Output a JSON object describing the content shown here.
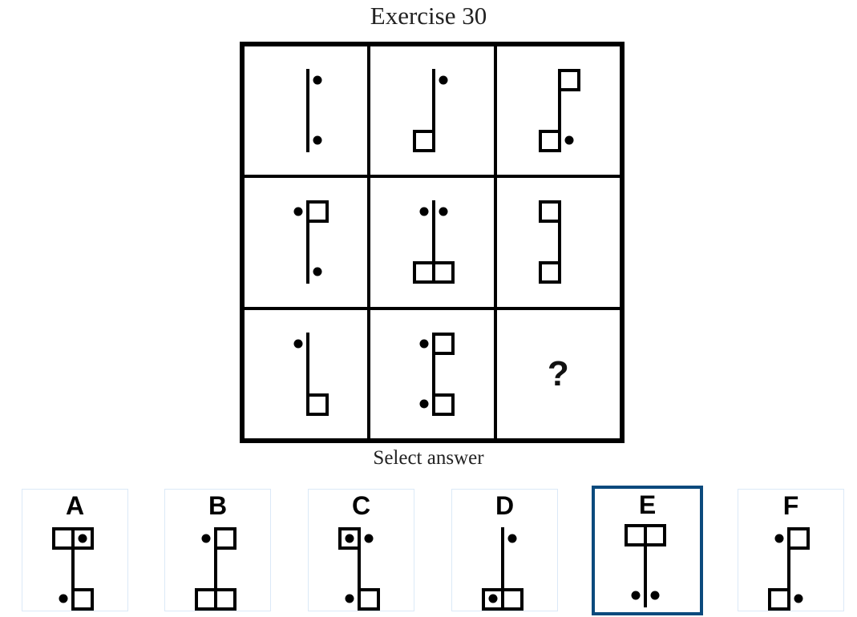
{
  "title": "Exercise 30",
  "select_label": "Select answer",
  "selected_option": "E",
  "accent": "#0b4a7d",
  "grid": [
    {
      "squares": [],
      "dots": [
        "TR",
        "BR"
      ]
    },
    {
      "squares": [
        "BL"
      ],
      "dots": [
        "TR"
      ]
    },
    {
      "squares": [
        "TR",
        "BL"
      ],
      "dots": [
        "BR"
      ]
    },
    {
      "squares": [
        "TR"
      ],
      "dots": [
        "TL",
        "BR"
      ]
    },
    {
      "squares": [
        "BL",
        "BR"
      ],
      "dots": [
        "TL",
        "TR"
      ]
    },
    {
      "squares": [
        "TL",
        "BL"
      ],
      "dots": []
    },
    {
      "squares": [
        "BR"
      ],
      "dots": [
        "TL"
      ]
    },
    {
      "squares": [
        "TR",
        "BR"
      ],
      "dots": [
        "TL",
        "BL"
      ]
    },
    {
      "question": "?"
    }
  ],
  "options": [
    {
      "label": "A",
      "squares": [
        "TL",
        "TR",
        "BR"
      ],
      "dots": [
        "TR",
        "BL"
      ]
    },
    {
      "label": "B",
      "squares": [
        "TR",
        "BL",
        "BR"
      ],
      "dots": [
        "TL"
      ]
    },
    {
      "label": "C",
      "squares": [
        "TL",
        "BR"
      ],
      "dots": [
        "TL",
        "TR",
        "BL"
      ]
    },
    {
      "label": "D",
      "squares": [
        "BL",
        "BR"
      ],
      "dots": [
        "TR",
        "BL"
      ]
    },
    {
      "label": "E",
      "squares": [
        "TL",
        "TR"
      ],
      "dots": [
        "BL",
        "BR"
      ]
    },
    {
      "label": "F",
      "squares": [
        "TR",
        "BL"
      ],
      "dots": [
        "TL",
        "BR"
      ]
    }
  ]
}
